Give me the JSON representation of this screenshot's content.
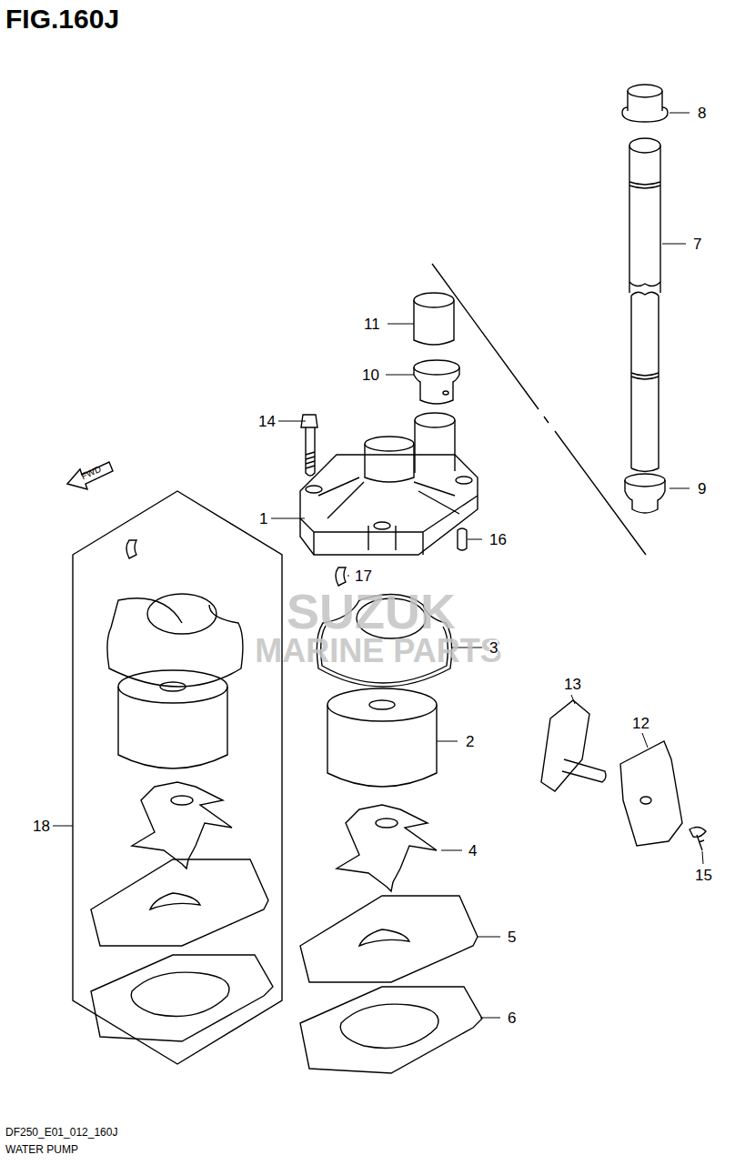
{
  "diagram": {
    "title": "FIG.160J",
    "caption": "WATER PUMP",
    "labels": [
      "8",
      "7",
      "11",
      "10",
      "14",
      "FWD",
      "1",
      "16",
      "9",
      "17",
      "SUZUK",
      "MARINE PARTS",
      "3",
      "13",
      "12",
      "2",
      "18",
      "4",
      "15",
      "5",
      "6",
      "DF250_E01_012_160J"
    ]
  }
}
